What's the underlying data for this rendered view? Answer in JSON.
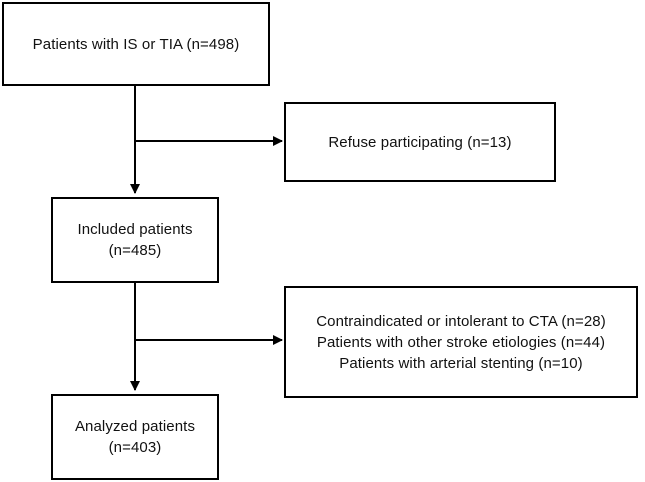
{
  "flowchart": {
    "box_start": {
      "lines": [
        "Patients with IS or TIA (n=498)"
      ]
    },
    "box_refuse": {
      "lines": [
        "Refuse participating (n=13)"
      ]
    },
    "box_included": {
      "lines": [
        "Included patients",
        "(n=485)"
      ]
    },
    "box_excluded": {
      "lines": [
        "Contraindicated or intolerant to CTA (n=28)",
        "Patients with other stroke etiologies (n=44)",
        "Patients with arterial stenting (n=10)"
      ]
    },
    "box_analyzed": {
      "lines": [
        "Analyzed patients",
        "(n=403)"
      ]
    }
  }
}
